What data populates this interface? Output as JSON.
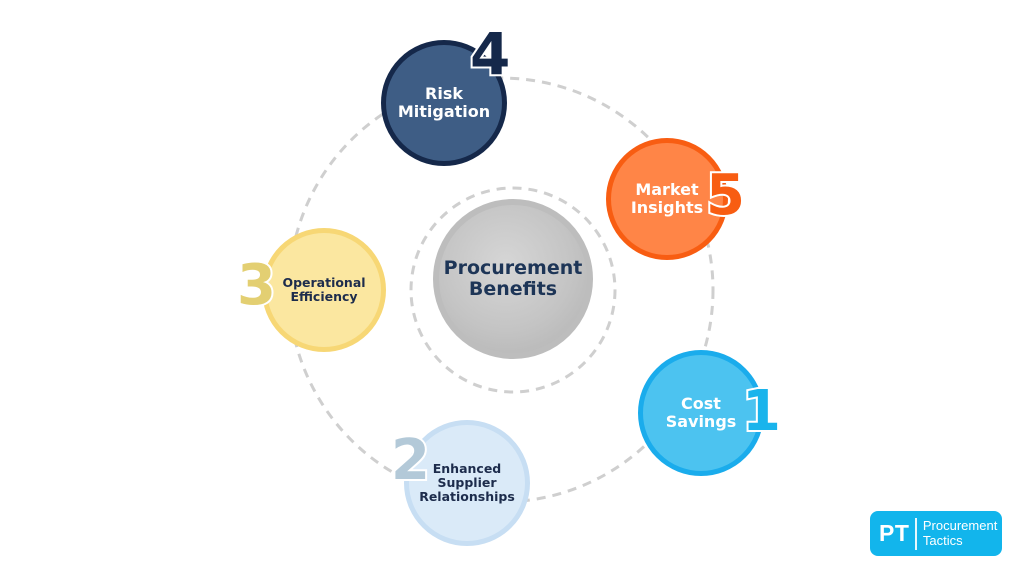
{
  "center": {
    "line1": "Procurement",
    "line2": "Benefits"
  },
  "items": [
    {
      "number": "1",
      "line1": "Cost",
      "line2": "Savings",
      "line3": ""
    },
    {
      "number": "2",
      "line1": "Enhanced",
      "line2": "Supplier",
      "line3": "Relationships"
    },
    {
      "number": "3",
      "line1": "Operational",
      "line2": "Efficiency",
      "line3": ""
    },
    {
      "number": "4",
      "line1": "Risk",
      "line2": "Mitigation",
      "line3": ""
    },
    {
      "number": "5",
      "line1": "Market",
      "line2": "Insights",
      "line3": ""
    }
  ],
  "logo": {
    "mark": "PT",
    "line1": "Procurement",
    "line2": "Tactics"
  },
  "colors": {
    "cost": "#4cc3f0",
    "enhanced": "#daeaf8",
    "operational": "#fbe7a0",
    "risk": "#3e5d85",
    "market": "#ff8547",
    "center": "#c4c4c4",
    "brand": "#12b5ec"
  }
}
